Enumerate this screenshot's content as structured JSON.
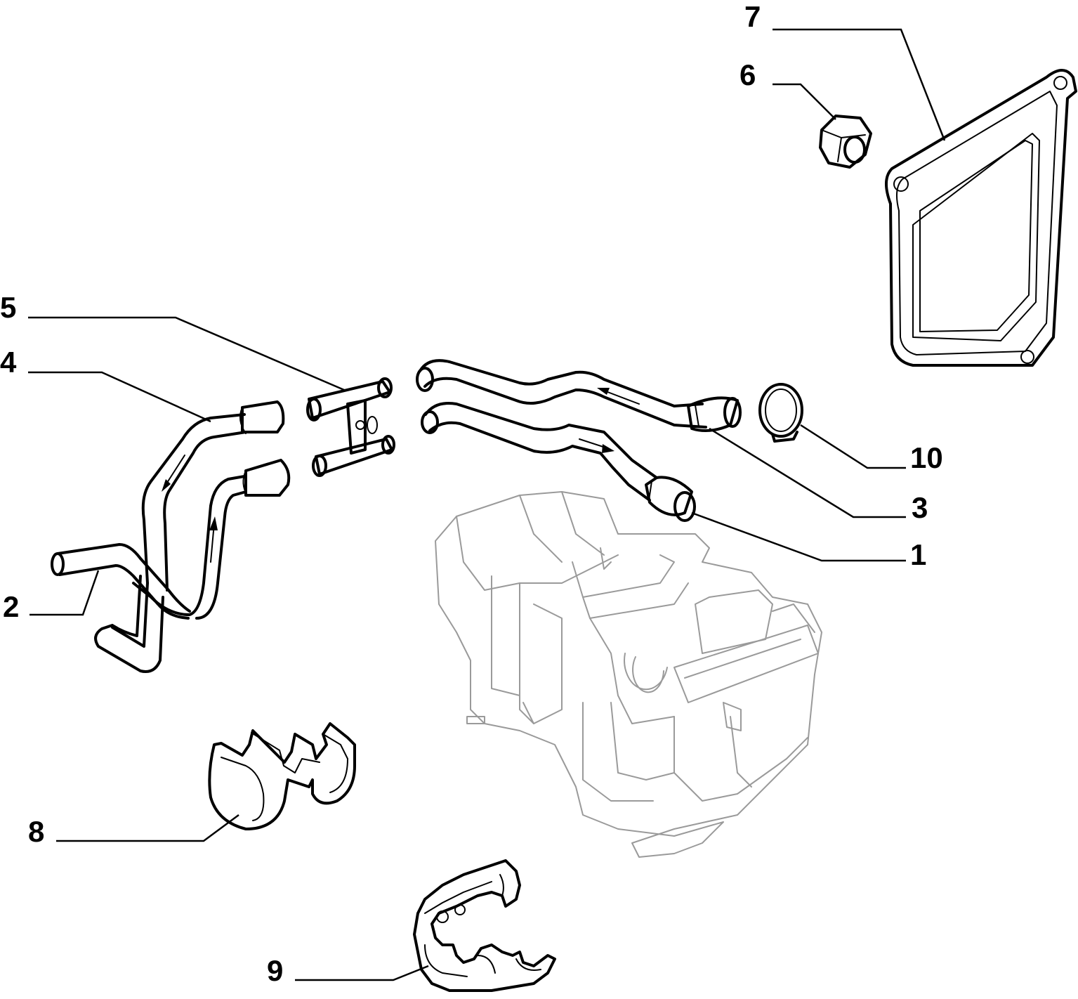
{
  "callouts": [
    {
      "id": "1",
      "label": "1"
    },
    {
      "id": "2",
      "label": "2"
    },
    {
      "id": "3",
      "label": "3"
    },
    {
      "id": "4",
      "label": "4"
    },
    {
      "id": "5",
      "label": "5"
    },
    {
      "id": "6",
      "label": "6"
    },
    {
      "id": "7",
      "label": "7"
    },
    {
      "id": "8",
      "label": "8"
    },
    {
      "id": "9",
      "label": "9"
    },
    {
      "id": "10",
      "label": "10"
    }
  ],
  "colors": {
    "line": "#000000",
    "background": "#ffffff",
    "ghost": "#9a9a9a"
  }
}
